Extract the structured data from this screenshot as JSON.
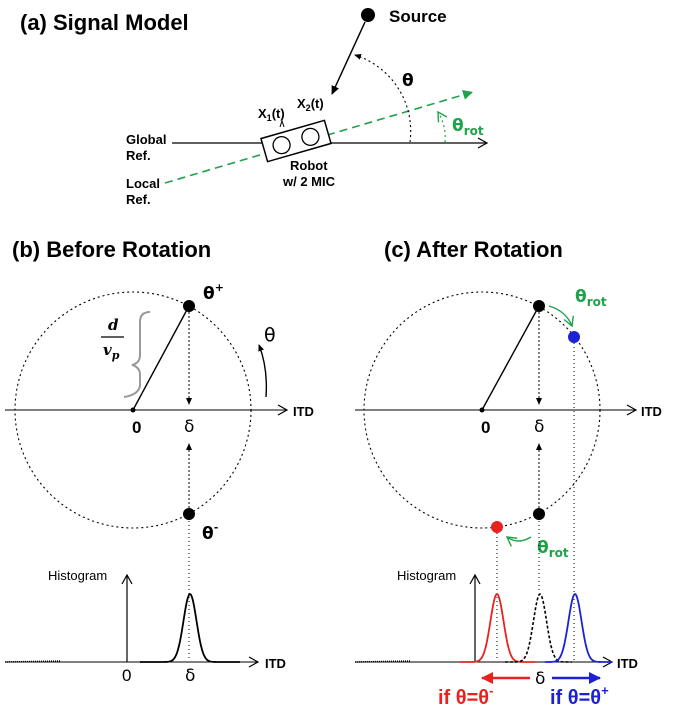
{
  "panel_a": {
    "title": "(a) Signal Model",
    "source_label": "Source",
    "theta_label": "θ",
    "theta_rot_base": "θ",
    "theta_rot_sub": "rot",
    "x1_base": "X",
    "x1_sub": "1",
    "x1_tail": "(t)",
    "x2_base": "X",
    "x2_sub": "2",
    "x2_tail": "(t)",
    "global_ref_line1": "Global",
    "global_ref_line2": "Ref.",
    "local_ref_line1": "Local",
    "local_ref_line2": "Ref.",
    "robot_line1": "Robot",
    "robot_line2": "w/ 2 MIC"
  },
  "panel_b": {
    "title": "(b) Before Rotation",
    "theta_plus_base": "θ",
    "theta_plus_sup": "+",
    "theta_minus_base": "θ",
    "theta_minus_sup": "-",
    "rotation_symbol": "θ",
    "fraction_numerator": "d",
    "fraction_denominator_base": "v",
    "fraction_denominator_sub": "p",
    "axis_label": "ITD",
    "origin_label": "0",
    "delta_label": "δ",
    "histogram_label": "Histogram",
    "hist_axis_label": "ITD",
    "hist_origin_label": "0",
    "hist_delta_label": "δ"
  },
  "panel_c": {
    "title": "(c) After Rotation",
    "theta_rot_top_base": "θ",
    "theta_rot_top_sub": "rot",
    "theta_rot_bottom_base": "θ",
    "theta_rot_bottom_sub": "rot",
    "axis_label": "ITD",
    "origin_label": "0",
    "delta_label": "δ",
    "histogram_label": "Histogram",
    "hist_axis_label": "ITD",
    "hist_delta_label": "δ",
    "if_minus_prefix": "if θ=θ",
    "if_minus_sup": "-",
    "if_plus_prefix": "if θ=θ",
    "if_plus_sup": "+"
  },
  "colors": {
    "green": "#1fa34a",
    "red": "#e8231f",
    "blue": "#1c21d6",
    "black": "#000000"
  }
}
